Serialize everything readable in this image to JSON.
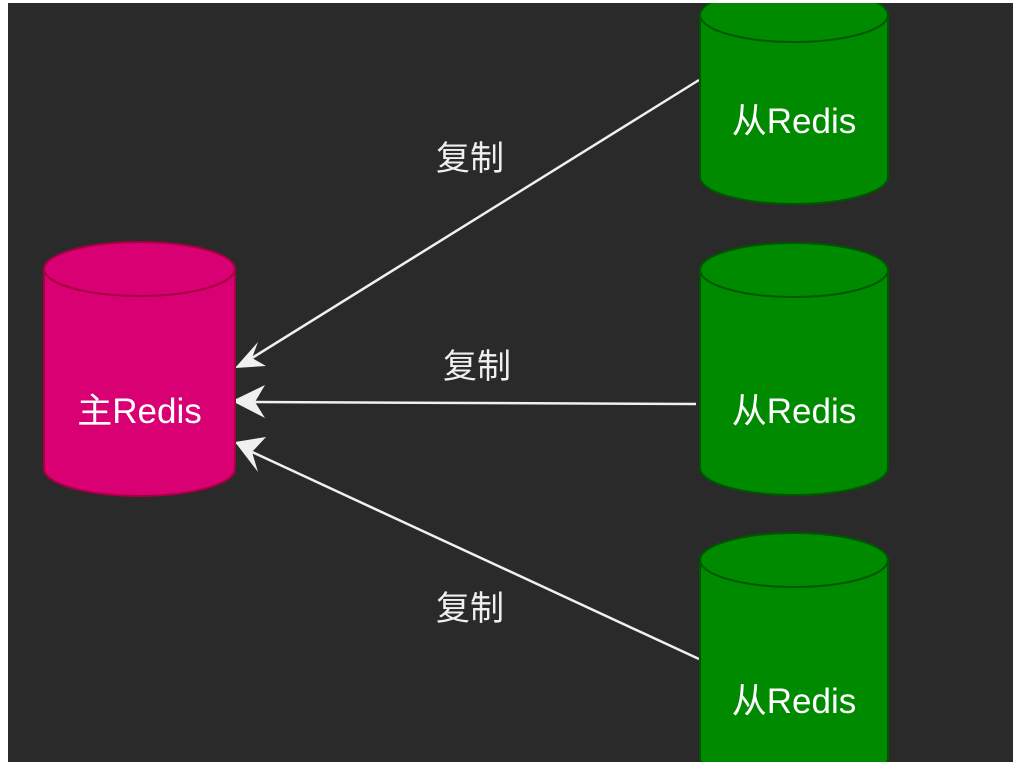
{
  "diagram": {
    "title": "Redis master-slave replication",
    "colors": {
      "background": "#2a2a2a",
      "master_fill": "#d80073",
      "master_stroke": "#a50040",
      "slave_fill": "#008a00",
      "slave_stroke": "#005700",
      "edge": "#f0f0f0",
      "text": "#ffffff"
    },
    "nodes": [
      {
        "id": "master",
        "label": "主Redis",
        "role": "master"
      },
      {
        "id": "slave-1",
        "label": "从Redis",
        "role": "slave"
      },
      {
        "id": "slave-2",
        "label": "从Redis",
        "role": "slave"
      },
      {
        "id": "slave-3",
        "label": "从Redis",
        "role": "slave"
      }
    ],
    "edges": [
      {
        "from": "slave-1",
        "to": "master",
        "label": "复制"
      },
      {
        "from": "slave-2",
        "to": "master",
        "label": "复制"
      },
      {
        "from": "slave-3",
        "to": "master",
        "label": "复制"
      }
    ]
  }
}
